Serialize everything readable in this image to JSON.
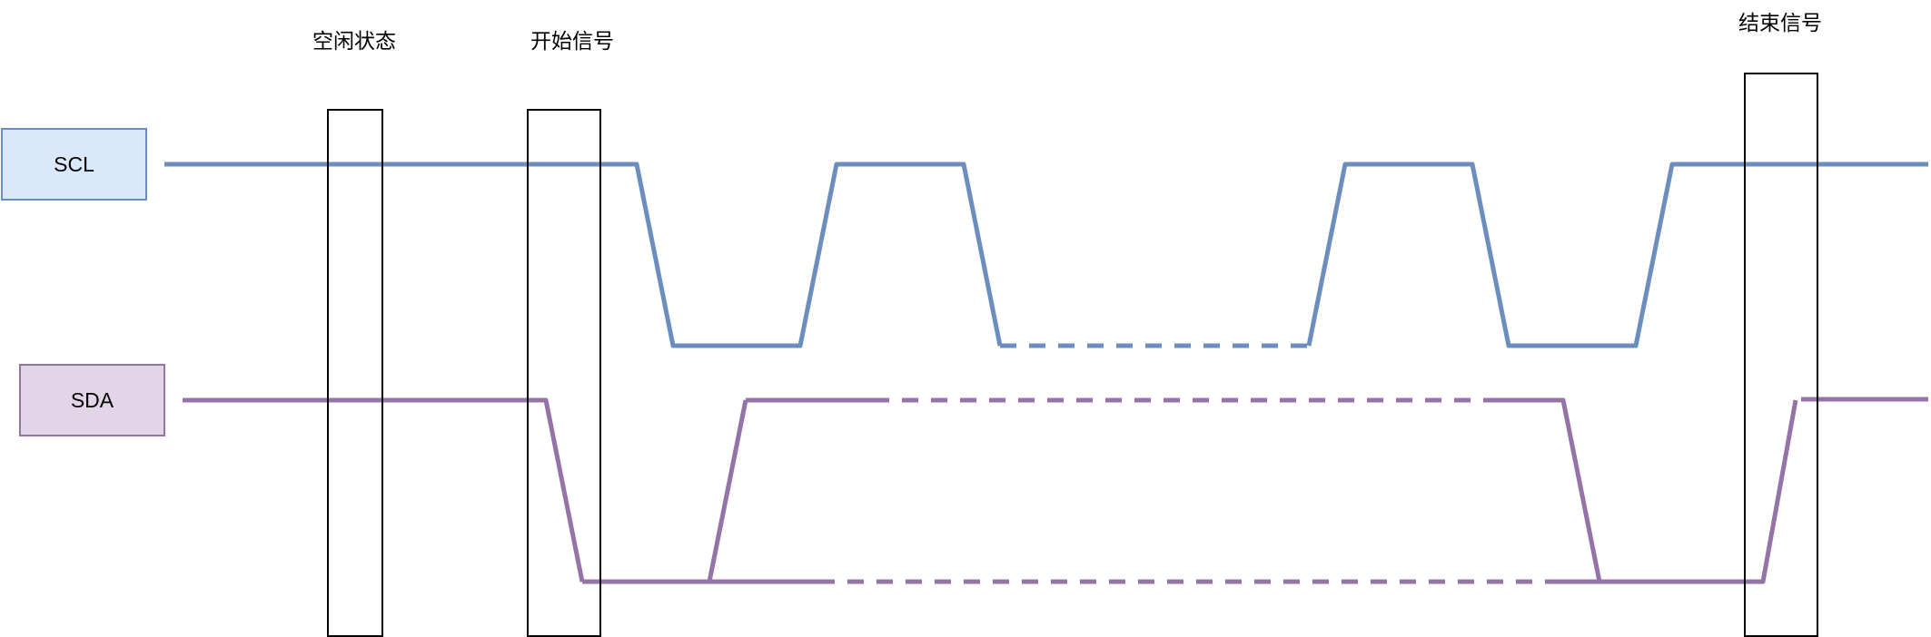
{
  "labels": {
    "idle": "空闲状态",
    "start": "开始信号",
    "stop": "结束信号"
  },
  "signals": {
    "scl": {
      "name": "SCL",
      "line_color": "#6c8ebf",
      "fill": "#dae8fc",
      "border": "#6c8ebf"
    },
    "sda": {
      "name": "SDA",
      "line_color": "#9673a6",
      "fill": "#e1d5e7",
      "border": "#9673a6"
    }
  },
  "colors": {
    "window_stroke": "#000000"
  }
}
